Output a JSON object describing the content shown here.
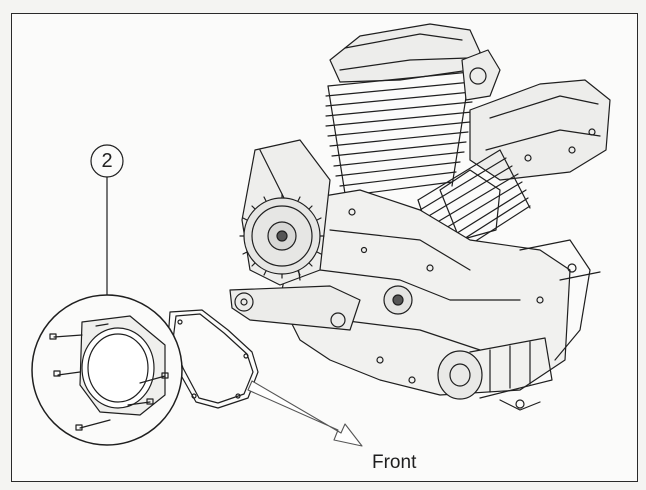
{
  "diagram": {
    "callout_number": "2",
    "direction_label": "Front",
    "line_color": "#1f1f1f",
    "background_color": "#fbfbfa"
  },
  "parts": {
    "engine": "engine-assembly",
    "gasket": "cover-gasket",
    "cover_detail": "cover-detail-magnified"
  }
}
